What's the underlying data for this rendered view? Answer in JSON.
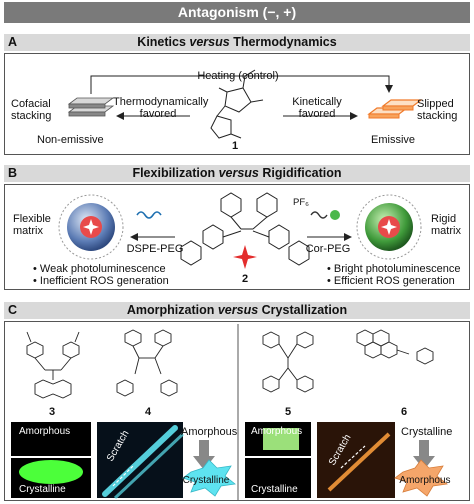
{
  "header": {
    "title": "Antagonism (−, +)"
  },
  "panel_a": {
    "letter": "A",
    "title_pre": "Kinetics ",
    "title_versus": "versus",
    "title_post": " Thermodynamics",
    "heating": "Heating (control)",
    "left_label_1": "Cofacial",
    "left_label_2": "stacking",
    "thermo_1": "Thermodynamically",
    "thermo_2": "favored",
    "kinetic_1": "Kinetically",
    "kinetic_2": "favored",
    "right_label_1": "Slipped",
    "right_label_2": "stacking",
    "non_emissive": "Non-emissive",
    "emissive": "Emissive",
    "compound": "1"
  },
  "panel_b": {
    "letter": "B",
    "title_pre": "Flexibilization ",
    "title_versus": "versus",
    "title_post": " Rigidification",
    "flexible_1": "Flexible",
    "flexible_2": "matrix",
    "rigid_1": "Rigid",
    "rigid_2": "matrix",
    "dspe": "DSPE-PEG",
    "cor": "Cor-PEG",
    "compound": "2",
    "pf6": "PF₆",
    "bullets_left": [
      "• Weak photoluminescence",
      "• Inefficient ROS generation"
    ],
    "bullets_right": [
      "• Bright photoluminescence",
      "• Efficient ROS generation"
    ]
  },
  "panel_c": {
    "letter": "C",
    "title_pre": "Amorphization ",
    "title_versus": "versus",
    "title_post": " Crystallization",
    "compounds": [
      "3",
      "4",
      "5",
      "6"
    ],
    "amorphous": "Amorphous",
    "crystalline": "Crystalline",
    "scratch": "Scratch",
    "left_arrow_top": "Amorphous",
    "left_arrow_bottom": "Crystalline",
    "right_arrow_top": "Crystalline",
    "right_arrow_bottom": "Amorphous"
  },
  "colors": {
    "title_bar": "#7a7a7a",
    "band": "#d9d9d9",
    "emissive_orange": "#f7a35c",
    "burst_cyan": "#5ee3f0",
    "burst_orange": "#f5a66a",
    "glow_green": "#4cff3a",
    "pale_green": "#9be07a"
  }
}
